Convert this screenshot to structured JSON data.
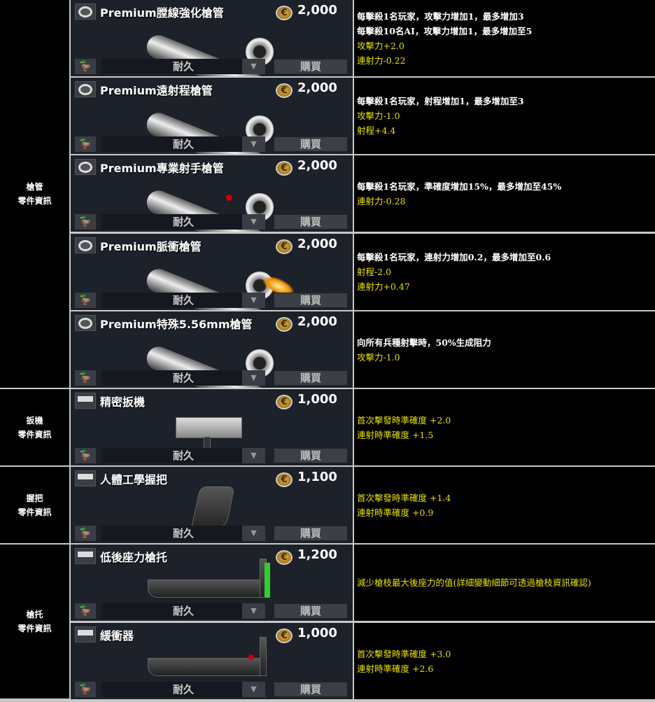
{
  "categories": [
    {
      "title": "槍管",
      "subtitle": "零件資訊",
      "rows": 5
    },
    {
      "title": "扳機",
      "subtitle": "零件資訊",
      "rows": 1
    },
    {
      "title": "握把",
      "subtitle": "零件資訊",
      "rows": 1
    },
    {
      "title": "槍托",
      "subtitle": "零件資訊",
      "rows": 2
    }
  ],
  "common": {
    "durability": "耐久",
    "buy": "購買",
    "currency_symbol": "€"
  },
  "items": [
    {
      "name": "Premium膛線強化槍管",
      "price": "2,000",
      "icon": "barrel-icon",
      "image": "barrel",
      "desc": [
        {
          "t": "每擊殺1名玩家，攻擊力增加1，最多增加3",
          "c": "w"
        },
        {
          "t": "每擊殺10名AI，攻擊力增加1，最多增加至5",
          "c": "w"
        },
        {
          "t": "攻擊力+2.0",
          "c": "y"
        },
        {
          "t": "連射力-0.22",
          "c": "y"
        }
      ]
    },
    {
      "name": "Premium遠射程槍管",
      "price": "2,000",
      "icon": "barrel-icon",
      "image": "barrel",
      "desc": [
        {
          "t": "每擊殺1名玩家，射程增加1，最多增加至3",
          "c": "w"
        },
        {
          "t": "攻擊力-1.0",
          "c": "y"
        },
        {
          "t": "射程+4.4",
          "c": "y"
        }
      ]
    },
    {
      "name": "Premium專業射手槍管",
      "price": "2,000",
      "icon": "barrel-icon",
      "image": "barrel-red",
      "desc": [
        {
          "t": "每擊殺1名玩家，準確度增加15%，最多增加至45%",
          "c": "w"
        },
        {
          "t": "連射力-0.28",
          "c": "y"
        }
      ]
    },
    {
      "name": "Premium脈衝槍管",
      "price": "2,000",
      "icon": "barrel-icon",
      "image": "barrel-fire",
      "desc": [
        {
          "t": "每擊殺1名玩家，連射力增加0.2，最多增加至0.6",
          "c": "w"
        },
        {
          "t": "射程-2.0",
          "c": "y"
        },
        {
          "t": "連射力+0.47",
          "c": "y"
        }
      ]
    },
    {
      "name": "Premium特殊5.56mm槍管",
      "price": "2,000",
      "icon": "barrel-icon",
      "image": "barrel",
      "desc": [
        {
          "t": "向所有兵種射擊時，50%生成阻力",
          "c": "w"
        },
        {
          "t": "攻擊力-1.0",
          "c": "y"
        }
      ]
    },
    {
      "name": "精密扳機",
      "price": "1,000",
      "icon": "trigger-icon",
      "image": "trigger",
      "desc": [
        {
          "t": "首次擊發時準確度 +2.0",
          "c": "y"
        },
        {
          "t": "連射時準確度 +1.5",
          "c": "y"
        }
      ]
    },
    {
      "name": "人體工學握把",
      "price": "1,100",
      "icon": "grip-icon",
      "image": "grip",
      "desc": [
        {
          "t": "首次擊發時準確度 +1.4",
          "c": "y"
        },
        {
          "t": "連射時準確度 +0.9",
          "c": "y"
        }
      ]
    },
    {
      "name": "低後座力槍托",
      "price": "1,200",
      "icon": "stock-icon",
      "image": "stock-green",
      "desc": [
        {
          "t": "減少槍枝最大後座力的值(詳細變動細節可透過槍枝資訊確認)",
          "c": "y"
        }
      ]
    },
    {
      "name": "緩衝器",
      "price": "1,000",
      "icon": "stock-icon",
      "image": "stock-red",
      "desc": [
        {
          "t": "首次擊發時準確度 +3.0",
          "c": "y"
        },
        {
          "t": "連射時準確度 +2.6",
          "c": "y"
        }
      ]
    }
  ]
}
